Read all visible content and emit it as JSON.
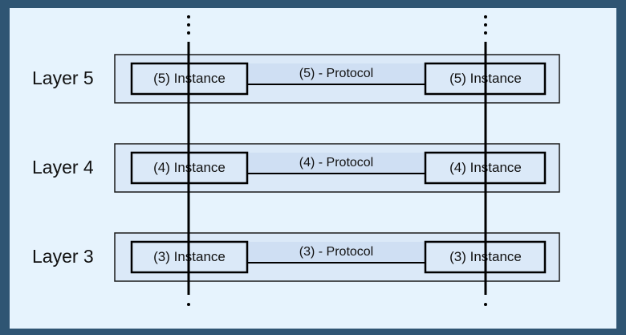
{
  "diagram": {
    "layers": [
      {
        "label": "Layer 5",
        "left_instance": "(5) Instance",
        "right_instance": "(5) Instance",
        "protocol": "(5) - Protocol"
      },
      {
        "label": "Layer 4",
        "left_instance": "(4) Instance",
        "right_instance": "(4) Instance",
        "protocol": "(4) - Protocol"
      },
      {
        "label": "Layer 3",
        "left_instance": "(3) Instance",
        "right_instance": "(3) Instance",
        "protocol": "(3) - Protocol"
      }
    ]
  }
}
